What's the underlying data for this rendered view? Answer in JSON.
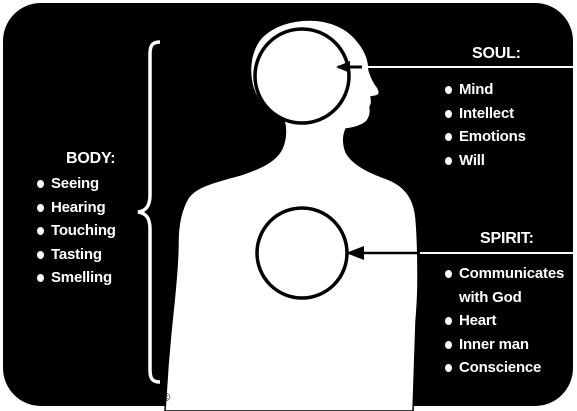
{
  "colors": {
    "background": "#000000",
    "figure": "#ffffff",
    "outline": "#000000"
  },
  "body": {
    "heading": "BODY:",
    "items": [
      "Seeing",
      "Hearing",
      "Touching",
      "Tasting",
      "Smelling"
    ]
  },
  "soul": {
    "heading": "SOUL:",
    "items": [
      "Mind",
      "Intellect",
      "Emotions",
      "Will"
    ]
  },
  "spirit": {
    "heading": "SPIRIT:",
    "items": [
      "Communicates",
      "with God",
      "Heart",
      "Inner man",
      "Conscience"
    ]
  },
  "copyright": "©"
}
